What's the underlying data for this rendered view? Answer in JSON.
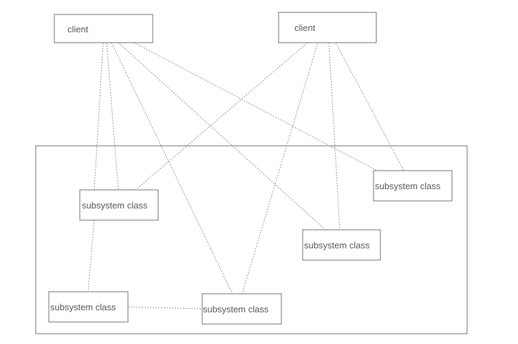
{
  "clients": [
    {
      "id": "client-1",
      "label": "client"
    },
    {
      "id": "client-2",
      "label": "client"
    }
  ],
  "subsystem": {
    "classes": [
      {
        "id": "sub-1",
        "label": "subsystem class"
      },
      {
        "id": "sub-2",
        "label": "subsystem class"
      },
      {
        "id": "sub-3",
        "label": "subsystem class"
      },
      {
        "id": "sub-4",
        "label": "subsystem class"
      },
      {
        "id": "sub-5",
        "label": "subsystem class"
      }
    ]
  },
  "connections": [
    {
      "from": "client-1",
      "to": "sub-1"
    },
    {
      "from": "client-1",
      "to": "sub-5"
    },
    {
      "from": "client-1",
      "to": "sub-3"
    },
    {
      "from": "client-1",
      "to": "sub-2"
    },
    {
      "from": "client-2",
      "to": "sub-1"
    },
    {
      "from": "client-2",
      "to": "sub-5"
    },
    {
      "from": "client-2",
      "to": "sub-3"
    },
    {
      "from": "client-2",
      "to": "sub-2"
    },
    {
      "from": "sub-1",
      "to": "sub-4"
    },
    {
      "from": "sub-4",
      "to": "sub-5"
    }
  ],
  "colors": {
    "line": "#8f8f8f",
    "border": "#6e6e6e",
    "text": "#555555"
  }
}
